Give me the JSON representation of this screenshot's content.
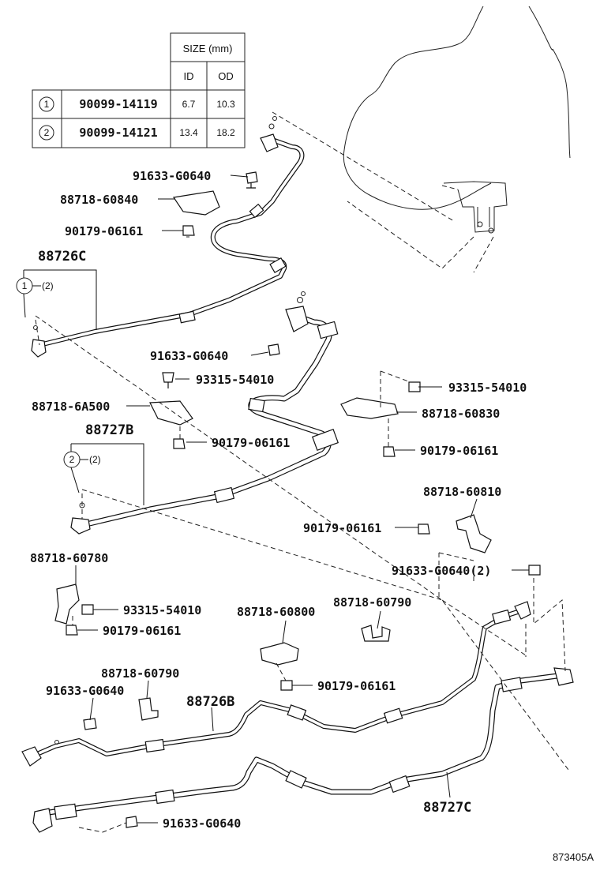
{
  "table": {
    "header_size": "SIZE (mm)",
    "col_id": "ID",
    "col_od": "OD",
    "rows": [
      {
        "mark": "1",
        "part": "90099-14119",
        "id": "6.7",
        "od": "10.3"
      },
      {
        "mark": "2",
        "part": "90099-14121",
        "id": "13.4",
        "od": "18.2"
      }
    ]
  },
  "labels": {
    "p91633_a": "91633-G0640",
    "p88718_60840": "88718-60840",
    "p90179_a": "90179-06161",
    "p88726C": "88726C",
    "circle1": "1",
    "qty1": "(2)",
    "p91633_b": "91633-G0640",
    "p93315_a": "93315-54010",
    "p93315_b": "93315-54010",
    "p88718_6A500": "88718-6A500",
    "p88718_60830": "88718-60830",
    "p88727B": "88727B",
    "p90179_b": "90179-06161",
    "p90179_c": "90179-06161",
    "circle2": "2",
    "qty2": "(2)",
    "p88718_60810": "88718-60810",
    "p90179_d": "90179-06161",
    "p91633_c": "91633-G0640(2)",
    "p88718_60780": "88718-60780",
    "p93315_c": "93315-54010",
    "p90179_e": "90179-06161",
    "p88718_60800": "88718-60800",
    "p88718_60790_a": "88718-60790",
    "p88718_60790_b": "88718-60790",
    "p91633_d": "91633-G0640",
    "p88726B": "88726B",
    "p90179_f": "90179-06161",
    "p88727C": "88727C",
    "p91633_e": "91633-G0640",
    "ref_code": "873405A"
  }
}
